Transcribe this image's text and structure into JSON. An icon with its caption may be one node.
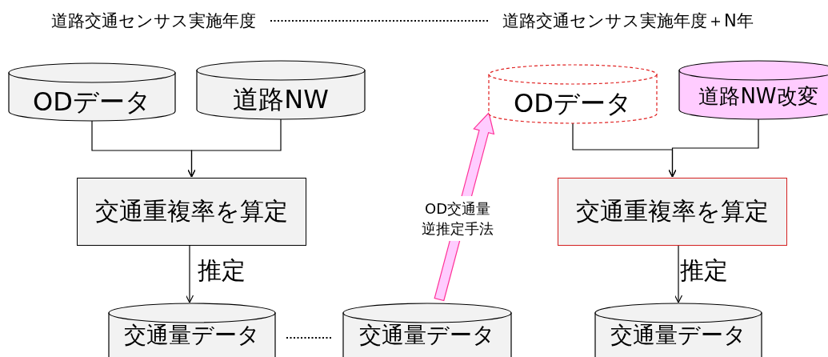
{
  "diagram": {
    "nodes": [
      {
        "text": [
          "道路交通センサス実施年度"
        ]
      },
      {
        "text": [
          "道路交通センサス実施年度＋N年"
        ]
      },
      {
        "text": [
          "ODデータ"
        ]
      },
      {
        "text": [
          "道路NW"
        ]
      },
      {
        "text": [
          "交通重複率を算定"
        ]
      },
      {
        "text": [
          "交通量データ"
        ]
      },
      {
        "text": [
          "交通量データ"
        ]
      },
      {
        "text": [
          "ODデータ"
        ]
      },
      {
        "text": [
          "道路NW改変"
        ]
      },
      {
        "text": [
          "交通重複率を算定"
        ]
      },
      {
        "text": [
          "交通量データ"
        ]
      }
    ],
    "edges": [
      {
        "from": 0,
        "to": 1,
        "arrow": "none",
        "style": "dashed"
      },
      {
        "from": 2,
        "to": 4,
        "arrow": "to"
      },
      {
        "from": 3,
        "to": 4,
        "arrow": "to"
      },
      {
        "from": 4,
        "to": 5,
        "arrow": "to",
        "label": "推定"
      },
      {
        "from": 5,
        "to": 6,
        "arrow": "none",
        "style": "dashed"
      },
      {
        "from": 6,
        "to": 7,
        "arrow": "to",
        "label": "OD交通量逆推定手法",
        "style": "thick",
        "color": "#ff3399"
      },
      {
        "from": 7,
        "to": 9,
        "arrow": "to"
      },
      {
        "from": 8,
        "to": 9,
        "arrow": "to"
      },
      {
        "from": 9,
        "to": 10,
        "arrow": "to",
        "label": "推定"
      }
    ]
  }
}
